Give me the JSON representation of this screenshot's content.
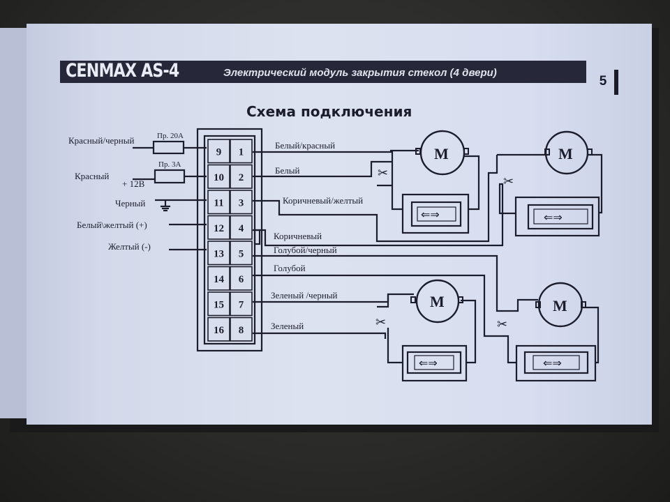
{
  "header": {
    "brand": "CENMAX AS-4",
    "subtitle": "Электрический модуль закрытия стекол (4 двери)",
    "page_number": "5"
  },
  "diagram": {
    "title": "Схема подключения",
    "input_wires": [
      {
        "label": "Красный/черный",
        "fuse": "Пр. 20А"
      },
      {
        "label": "Красный",
        "label2": "+ 12В",
        "fuse": "Пр. 3А"
      },
      {
        "label": "Черный"
      },
      {
        "label": "Белый\\желтый (+)"
      },
      {
        "label": "Желтый (-)"
      }
    ],
    "connector_pins": [
      {
        "left": "9",
        "right": "1"
      },
      {
        "left": "10",
        "right": "2"
      },
      {
        "left": "11",
        "right": "3"
      },
      {
        "left": "12",
        "right": "4"
      },
      {
        "left": "13",
        "right": "5"
      },
      {
        "left": "14",
        "right": "6"
      },
      {
        "left": "15",
        "right": "7"
      },
      {
        "left": "16",
        "right": "8"
      }
    ],
    "output_wires": [
      "Белый/красный",
      "Белый",
      "Коричневый/желтый",
      "Коричневый",
      "Голубой/черный",
      "Голубой",
      "Зеленый /черный",
      "Зеленый"
    ],
    "motor_label": "M"
  },
  "colors": {
    "ink": "#1c1d2c",
    "paper": "#dde2f0",
    "header_bar": "#26283a"
  }
}
